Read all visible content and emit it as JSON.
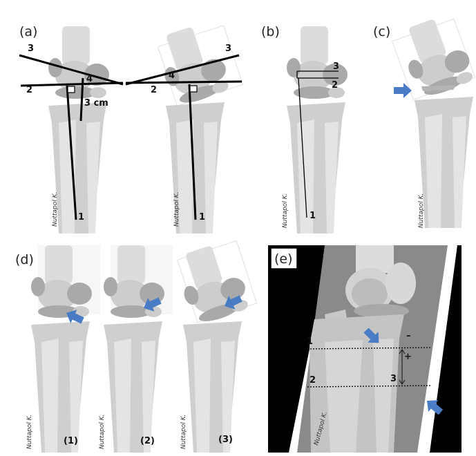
{
  "panels": {
    "a": {
      "label": "(a)",
      "line1": "1",
      "line2": "2",
      "line3": "3",
      "line4": "4",
      "measure": "3 cm"
    },
    "b": {
      "label": "(b)",
      "line1": "1",
      "line2": "2",
      "line3": "3"
    },
    "c": {
      "label": "(c)"
    },
    "d": {
      "label": "(d)",
      "sub1": "(1)",
      "sub2": "(2)",
      "sub3": "(3)"
    },
    "e": {
      "label": "(e)",
      "line1": "1",
      "line2": "2",
      "line3": "3",
      "minus": "–",
      "plus": "+"
    }
  },
  "signature": "Nuttapol K.",
  "colors": {
    "arrow": "#4a7cc6",
    "bone": "#cfcfcf",
    "xray_bg": "#000000",
    "xray_tissue": "#8a8a8a"
  }
}
